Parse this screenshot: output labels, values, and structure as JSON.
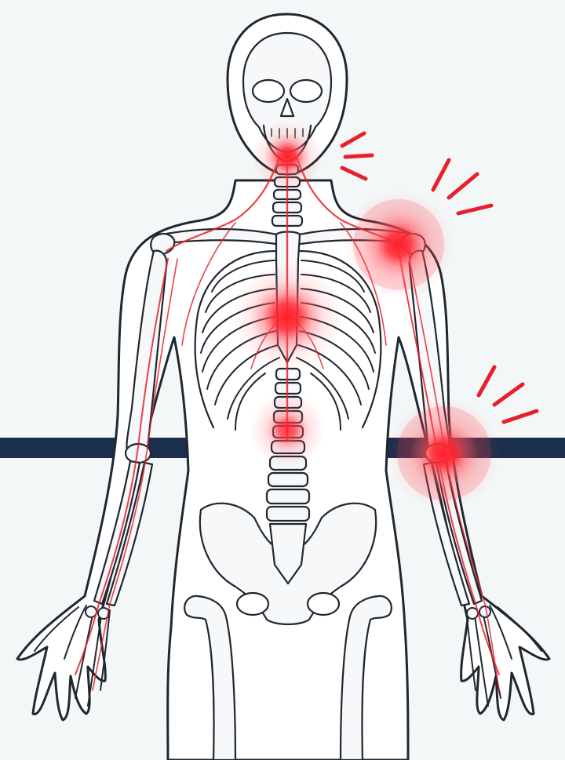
{
  "colors": {
    "background": "#f4f7f8",
    "outline": "#1f2730",
    "bone_fill": "#f6f8f9",
    "nerve": "#e8202a",
    "pain": "#ff1f2b",
    "band": "#1b2f4d"
  },
  "pain_points": [
    {
      "id": "jaw",
      "intensity": 0.8
    },
    {
      "id": "chest",
      "intensity": 1.0
    },
    {
      "id": "left-shoulder",
      "intensity": 0.95
    },
    {
      "id": "left-elbow",
      "intensity": 0.95
    },
    {
      "id": "upper-abdomen",
      "intensity": 0.6
    }
  ],
  "radiation_marks": [
    "jaw",
    "left-shoulder",
    "left-elbow"
  ]
}
